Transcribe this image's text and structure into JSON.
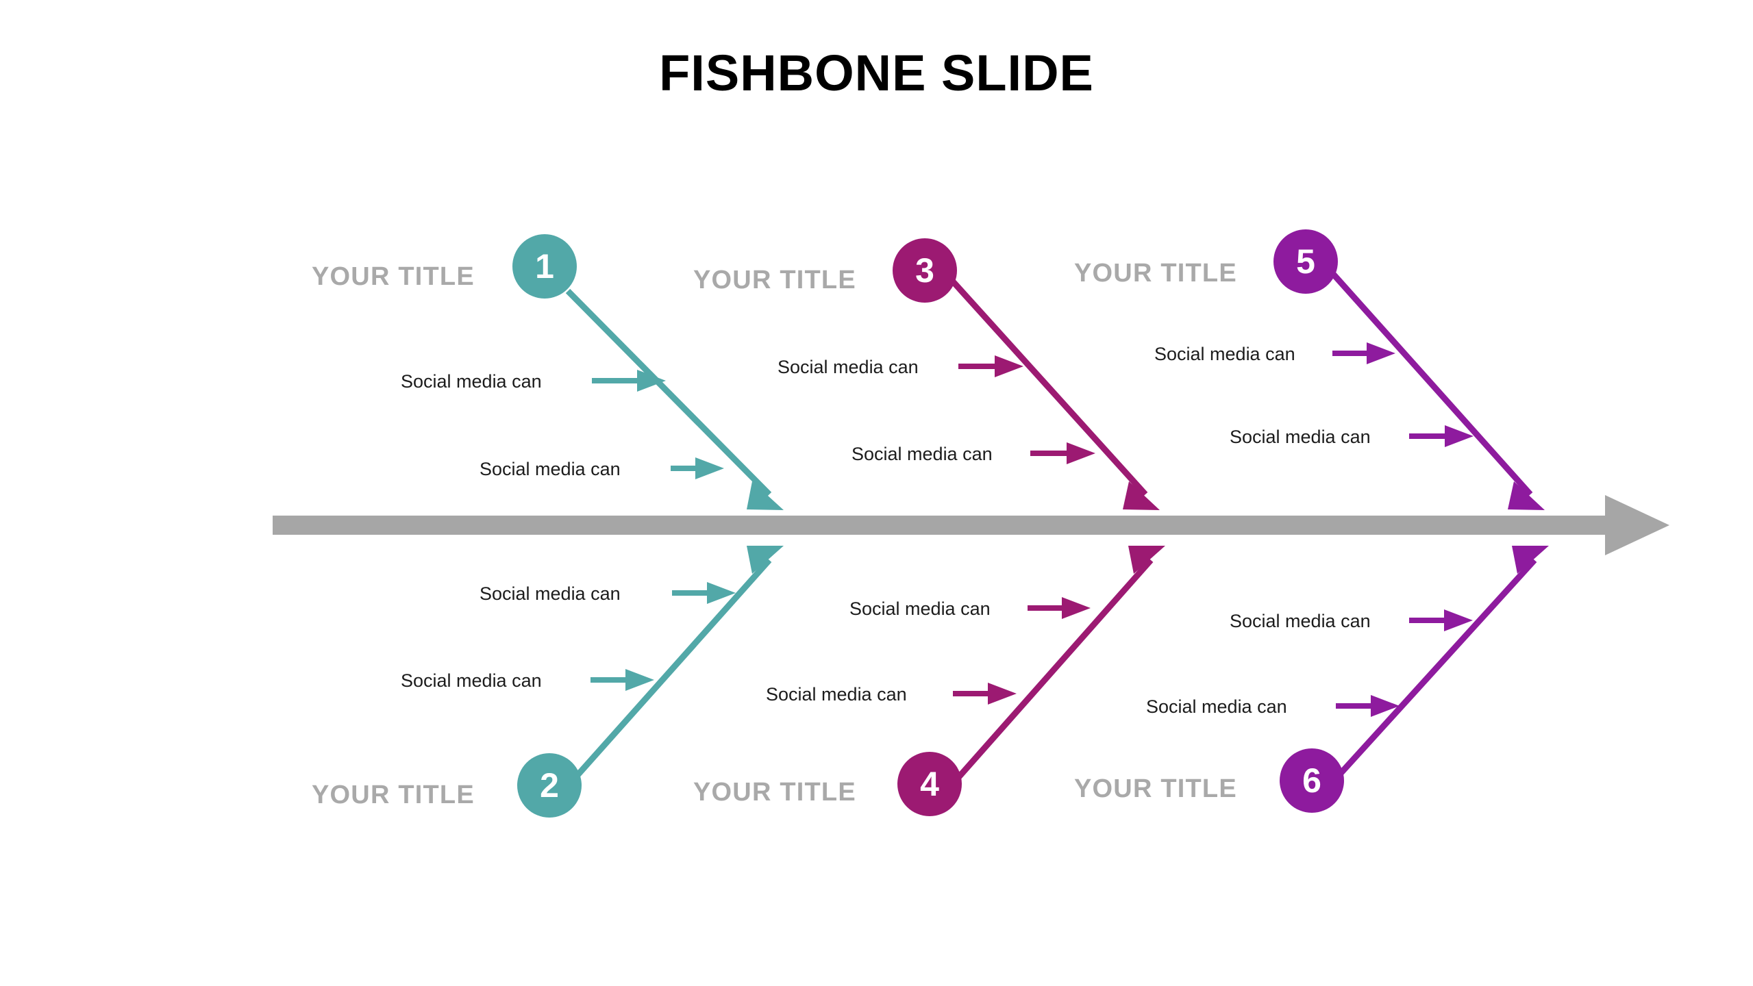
{
  "slide": {
    "title": "FISHBONE SLIDE",
    "background_color": "#ffffff"
  },
  "colors": {
    "teal": "#52a8a8",
    "magenta": "#9c1a72",
    "purple": "#8e1b9e",
    "spine_gray": "#a6a6a6",
    "title_gray": "#a9a9a9",
    "label_black": "#1c1c1c",
    "heading_black": "#000000"
  },
  "spine": {
    "name": "main-spine-arrow",
    "color": "#a6a6a6"
  },
  "branches": [
    {
      "id": 1,
      "number": "1",
      "title": "YOUR TITLE",
      "color": "#52a8a8",
      "side": "top",
      "causes": [
        {
          "text": "Social media can"
        },
        {
          "text": "Social media can"
        }
      ]
    },
    {
      "id": 3,
      "number": "3",
      "title": "YOUR TITLE",
      "color": "#9c1a72",
      "side": "top",
      "causes": [
        {
          "text": "Social media can"
        },
        {
          "text": "Social media can"
        }
      ]
    },
    {
      "id": 5,
      "number": "5",
      "title": "YOUR TITLE",
      "color": "#8e1b9e",
      "side": "top",
      "causes": [
        {
          "text": "Social media can"
        },
        {
          "text": "Social media can"
        }
      ]
    },
    {
      "id": 2,
      "number": "2",
      "title": "YOUR TITLE",
      "color": "#52a8a8",
      "side": "bottom",
      "causes": [
        {
          "text": "Social media can"
        },
        {
          "text": "Social media can"
        }
      ]
    },
    {
      "id": 4,
      "number": "4",
      "title": "YOUR TITLE",
      "color": "#9c1a72",
      "side": "bottom",
      "causes": [
        {
          "text": "Social media can"
        },
        {
          "text": "Social media can"
        }
      ]
    },
    {
      "id": 6,
      "number": "6",
      "title": "YOUR TITLE",
      "color": "#8e1b9e",
      "side": "bottom",
      "causes": [
        {
          "text": "Social media can"
        },
        {
          "text": "Social media can"
        }
      ]
    }
  ]
}
